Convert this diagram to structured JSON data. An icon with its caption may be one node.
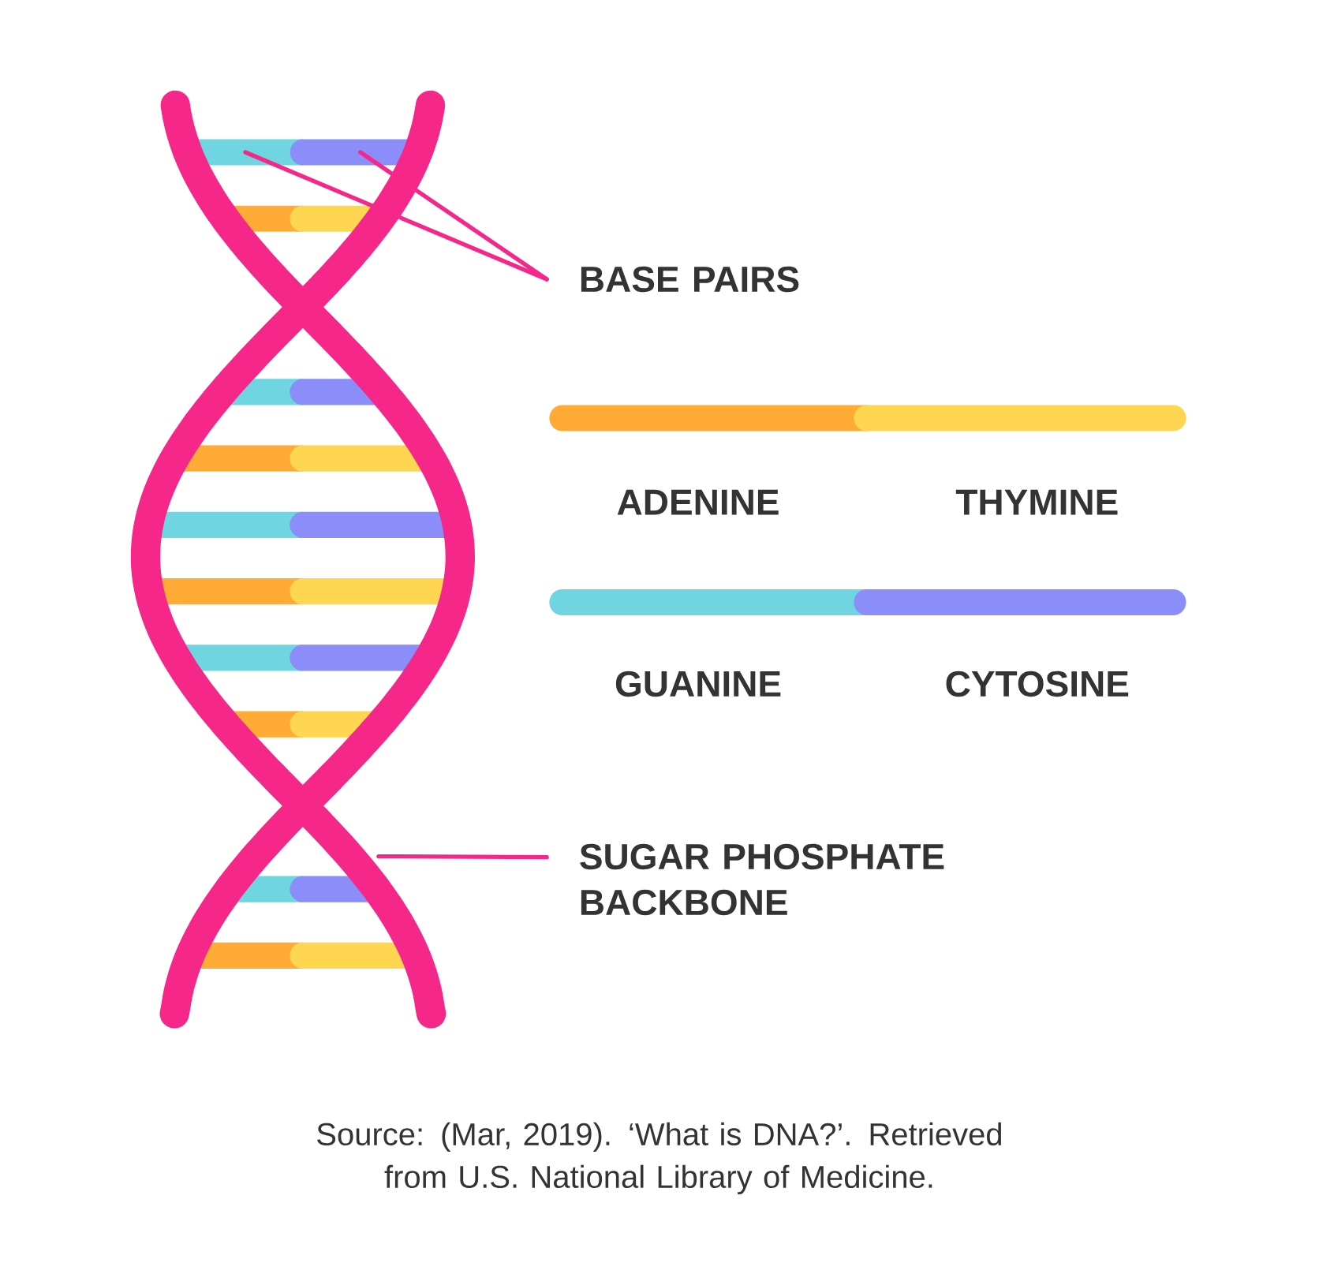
{
  "diagram": {
    "caption": "Source: (Mar, 2019). ‘What is DNA?’. Retrieved from U.S. National Library of Medicine.",
    "nodes": [
      {
        "text": [
          "BASE PAIRS"
        ]
      },
      {
        "text": [],
        "shape": "bar"
      },
      {
        "text": [],
        "shape": "bar"
      },
      {
        "text": [
          "SUGAR PHOSPHATE BACKBONE"
        ]
      }
    ],
    "edges": [
      {
        "from": 0,
        "to": 1,
        "arrow": "none"
      },
      {
        "from": 0,
        "to": 2,
        "arrow": "none"
      },
      {
        "from": 3,
        "to": null,
        "arrow": "none"
      }
    ],
    "legend": [
      {
        "text": "ADENINE",
        "color": "#ffab36"
      },
      {
        "text": "THYMINE",
        "color": "#ffd64f"
      },
      {
        "text": "GUANINE",
        "color": "#6fd5e0"
      },
      {
        "text": "CYTOSINE",
        "color": "#8b8ef9"
      }
    ]
  }
}
